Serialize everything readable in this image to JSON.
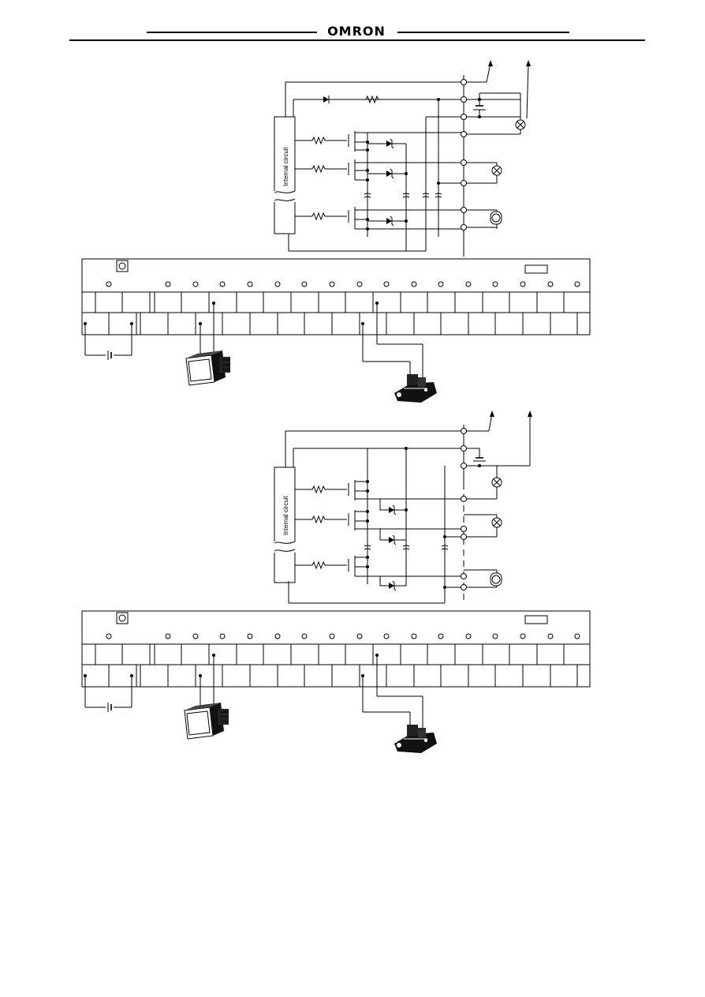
{
  "header": {
    "brand": "OMRON"
  },
  "diagrams": [
    {
      "id": "upper",
      "internal_circuit_label": "Internal circuit"
    },
    {
      "id": "lower",
      "internal_circuit_label": "Internal circuit"
    }
  ],
  "icons": {
    "resistor": "resistor-icon",
    "diode": "diode-icon",
    "zener": "zener-diode-icon",
    "transistor": "transistor-icon",
    "lamp": "lamp-icon",
    "relay": "relay-coil-icon",
    "battery": "battery-icon",
    "switch": "pushbutton-switch-icon",
    "valve": "solenoid-valve-icon"
  },
  "colors": {
    "line": "#000000",
    "background": "#ffffff"
  }
}
